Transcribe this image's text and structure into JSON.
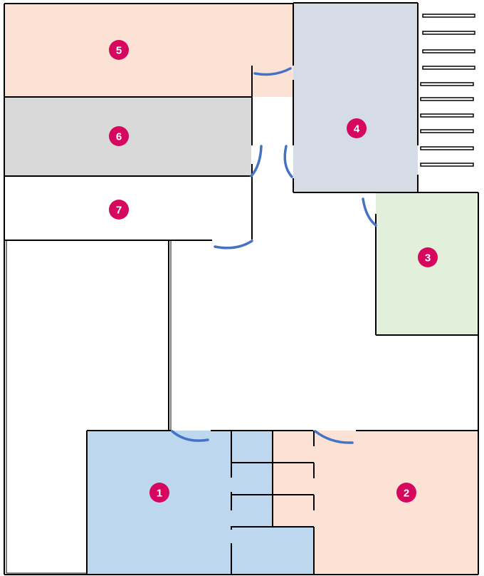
{
  "floor_plan": {
    "rooms": [
      {
        "id": "room-1",
        "label": "1",
        "color": "#bdd7ee"
      },
      {
        "id": "room-2",
        "label": "2",
        "color": "#fbe2d5"
      },
      {
        "id": "room-3",
        "label": "3",
        "color": "#e2efda"
      },
      {
        "id": "room-4",
        "label": "4",
        "color": "#d6dce5"
      },
      {
        "id": "room-5",
        "label": "5",
        "color": "#fbe2d5"
      },
      {
        "id": "room-6",
        "label": "6",
        "color": "#d9d9d9"
      },
      {
        "id": "room-7",
        "label": "7",
        "color": "#ffffff"
      }
    ],
    "marker_color": "#d6075f",
    "door_color": "#4472c4",
    "wall_color": "#000000",
    "stairs": {
      "step_count": 10
    }
  }
}
